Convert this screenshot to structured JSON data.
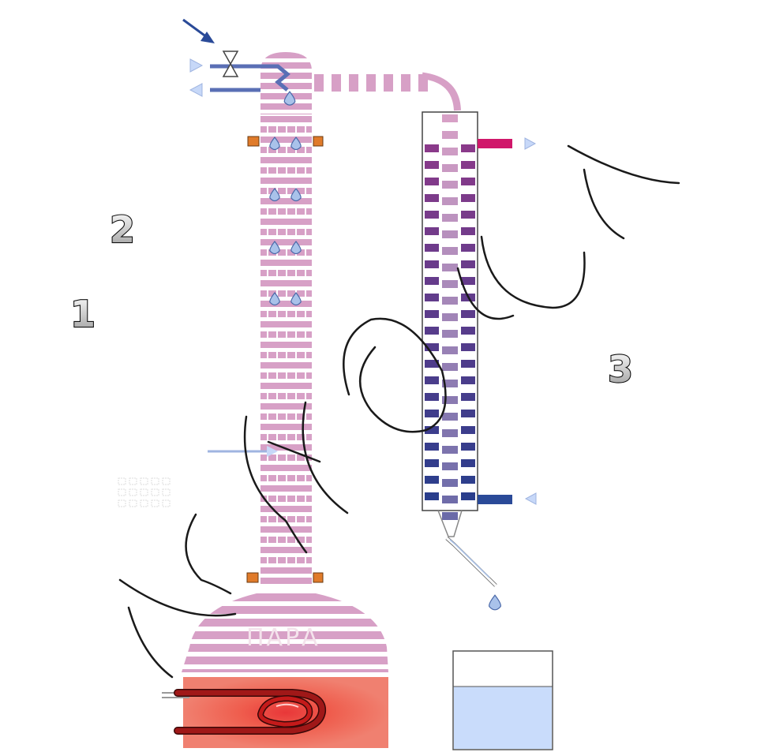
{
  "labels": {
    "one": "1",
    "two": "2",
    "three": "3",
    "steam": "ПАРА"
  },
  "colors": {
    "vapor": "#d7a0c6",
    "column_bg": "#ffffff",
    "water_cold": "#2a4a98",
    "water_hot": "#d0176a",
    "coolant_pipe": "#5a6fb5",
    "heater_body": "#f08070",
    "heater_core": "#e4101c",
    "heater_coil": "#a01818",
    "drop": "#a9c2ea",
    "receiver_liquid": "#c9dcfb",
    "arrow": "#2a4a98",
    "flange": "#e07b2a"
  },
  "icons": {
    "inlet_arrow": "arrow-down-right-icon",
    "valve": "valve-icon",
    "droplet": "droplet-icon",
    "flow_marker": "triangle-flow-icon",
    "heater": "heating-element-icon"
  }
}
